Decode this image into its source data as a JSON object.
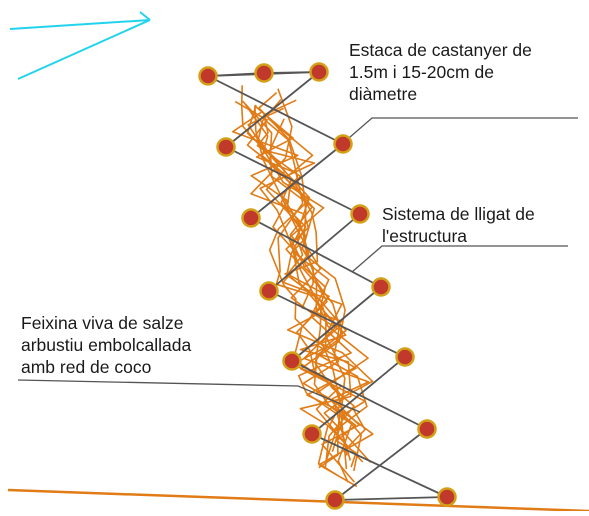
{
  "annotations": {
    "stake": {
      "lines": [
        "Estaca de castanyer de",
        "1.5m i 15-20cm de",
        "diàmetre"
      ]
    },
    "tie_system": {
      "lines": [
        "Sistema de lligat de",
        "l'estructura"
      ]
    },
    "fascine": {
      "lines": [
        "Feixina viva de salze",
        "arbustiu embolcallada",
        "amb red de coco"
      ]
    }
  },
  "colors": {
    "stake_fill": "#c0392b",
    "stake_ring": "#d4a017",
    "branches": "#e07b16",
    "ties": "#555555",
    "leader_lines": "#555555",
    "ground_line": "#e07b16",
    "arrow": "#22d3ee"
  },
  "icons": [
    "north-arrow-icon"
  ]
}
